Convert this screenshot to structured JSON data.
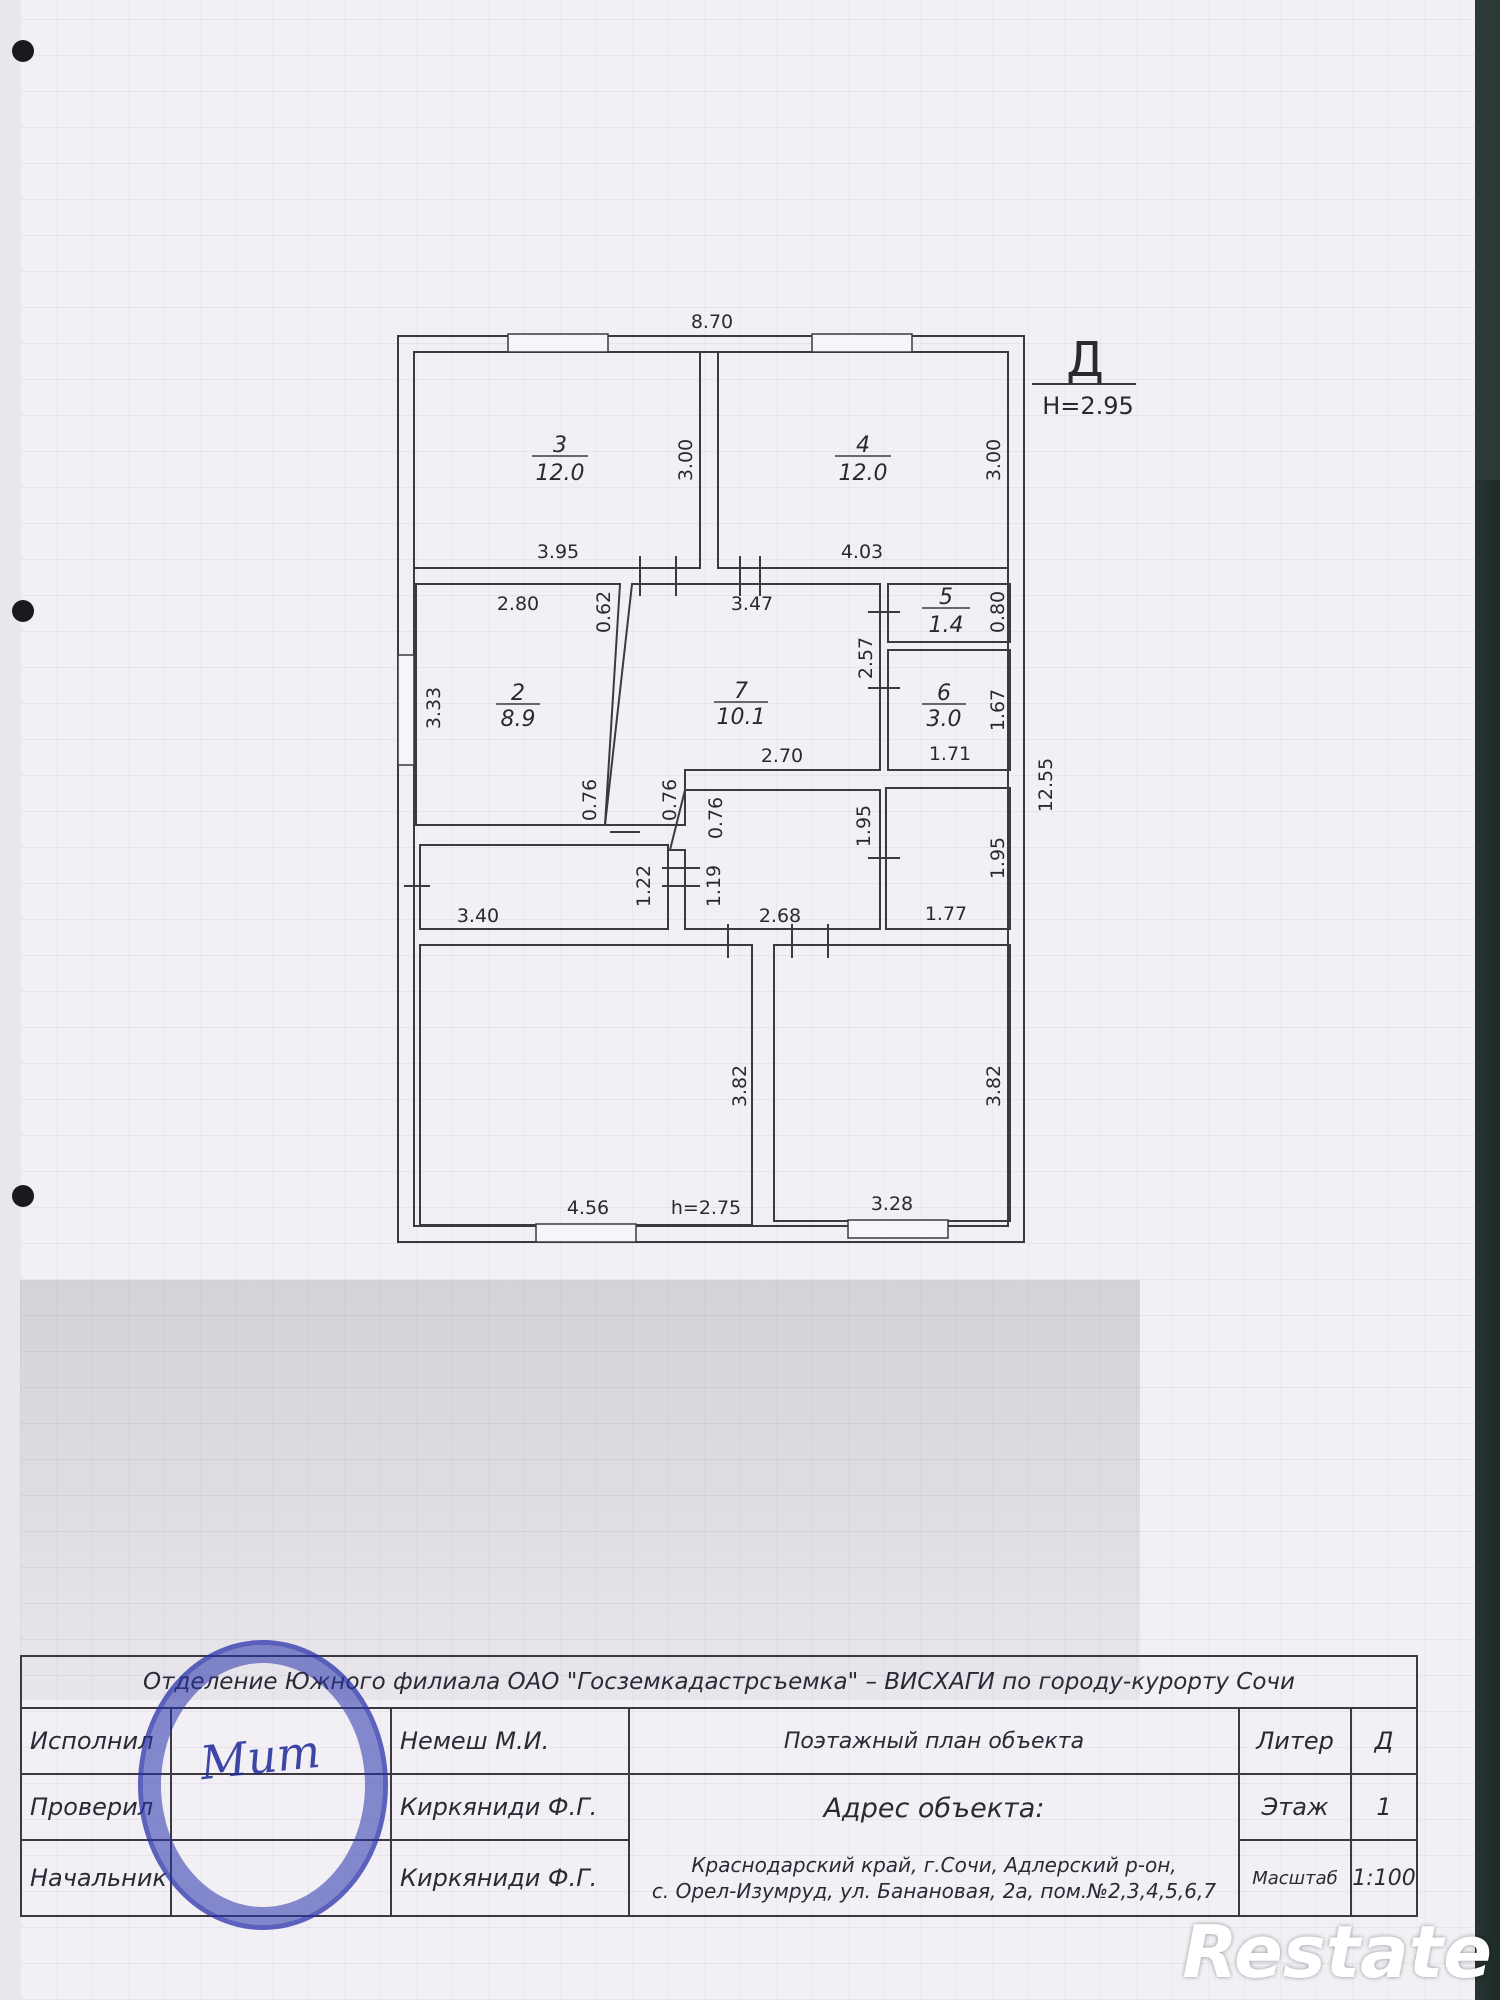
{
  "plan": {
    "overall_width": "8.70",
    "overall_length": "12.55",
    "liter": "Д",
    "height_label": "H=2.95",
    "rooms": [
      {
        "no": "3",
        "area": "12.0"
      },
      {
        "no": "4",
        "area": "12.0"
      },
      {
        "no": "2",
        "area": "8.9"
      },
      {
        "no": "7",
        "area": "10.1"
      },
      {
        "no": "5",
        "area": "1.4"
      },
      {
        "no": "6",
        "area": "3.0"
      }
    ],
    "dims": {
      "r3_h": "3.00",
      "r3_w": "3.95",
      "r4_h": "3.00",
      "r4_w": "4.03",
      "r2_w": "2.80",
      "r2_h": "3.33",
      "r2_a": "0.62",
      "r2_b": "0.76",
      "r7_w": "3.47",
      "r7_h": "2.57",
      "r7_b": "2.70",
      "r7_c": "0.76",
      "r5_h": "0.80",
      "r6_h": "1.67",
      "r6_w": "1.71",
      "c_w": "3.40",
      "c_h": "1.22",
      "h_w": "2.68",
      "h_a": "1.19",
      "h_b": "0.76",
      "h_c": "1.95",
      "b_w": "1.77",
      "b_h": "1.95",
      "l1_w": "4.56",
      "l1_h": "3.82",
      "l1_note": "h=2.75",
      "l2_w": "3.28",
      "l2_h": "3.82"
    }
  },
  "stamp": {
    "org": "Отделение Южного филиала ОАО \"Госземкадастрсъемка\" – ВИСХАГИ по городу-курорту Сочи",
    "performer_label": "Исполнил",
    "performer_name": "Немеш М.И.",
    "checker_label": "Проверил",
    "checker_name": "Киркяниди Ф.Г.",
    "chief_label": "Начальник",
    "chief_name": "Киркяниди Ф.Г.",
    "doc_title": "Поэтажный план объекта",
    "address_label": "Адрес объекта:",
    "address_line1": "Краснодарский край, г.Сочи, Адлерский р-он,",
    "address_line2": "с. Орел-Изумруд, ул. Банановая, 2а, пом.№2,3,4,5,6,7",
    "liter_label": "Литер",
    "liter_value": "Д",
    "floor_label": "Этаж",
    "floor_value": "1",
    "scale_label": "Масштаб",
    "scale_value": "1:100",
    "signature": "Мит"
  },
  "watermark": "Restate"
}
